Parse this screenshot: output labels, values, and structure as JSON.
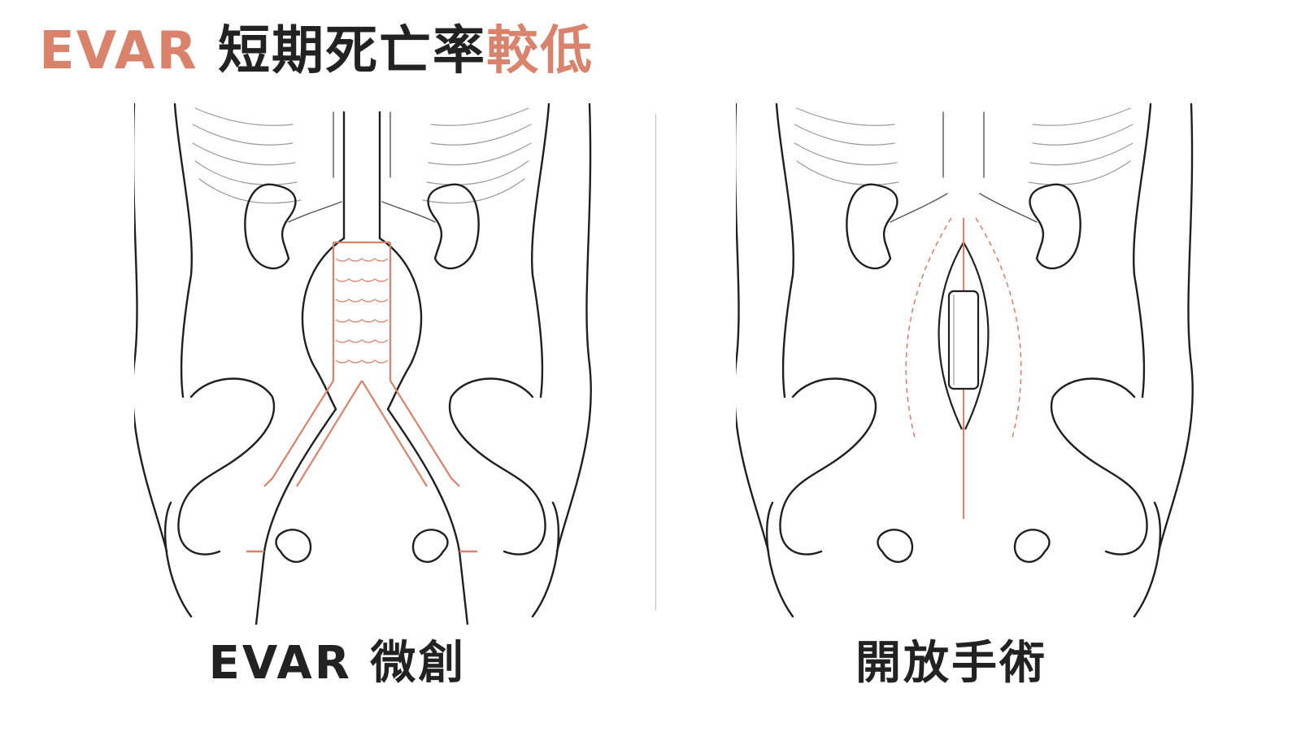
{
  "title": {
    "part1": "EVAR",
    "part2": "短期死亡率",
    "part3": "較低"
  },
  "panels": {
    "left_caption": "EVAR 微創",
    "right_caption": "開放手術"
  },
  "colors": {
    "accent": "#d9826c",
    "text": "#222222",
    "line": "#1f1f1f",
    "divider": "#bdbdbd"
  }
}
